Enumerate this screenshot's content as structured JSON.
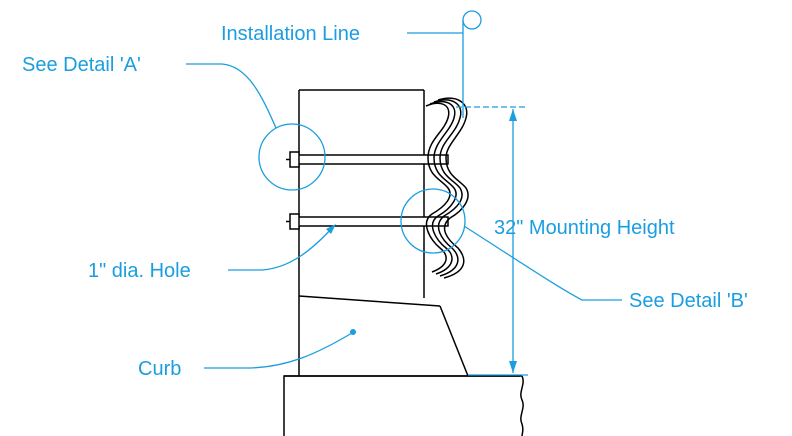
{
  "labels": {
    "installation_line": "Installation Line",
    "detail_a": "See Detail 'A'",
    "detail_b": "See Detail 'B'",
    "mounting_height": "32\" Mounting Height",
    "hole": "1\" dia. Hole",
    "curb": "Curb"
  },
  "colors": {
    "annotation": "#1a9ee0",
    "drawing": "#000000"
  }
}
